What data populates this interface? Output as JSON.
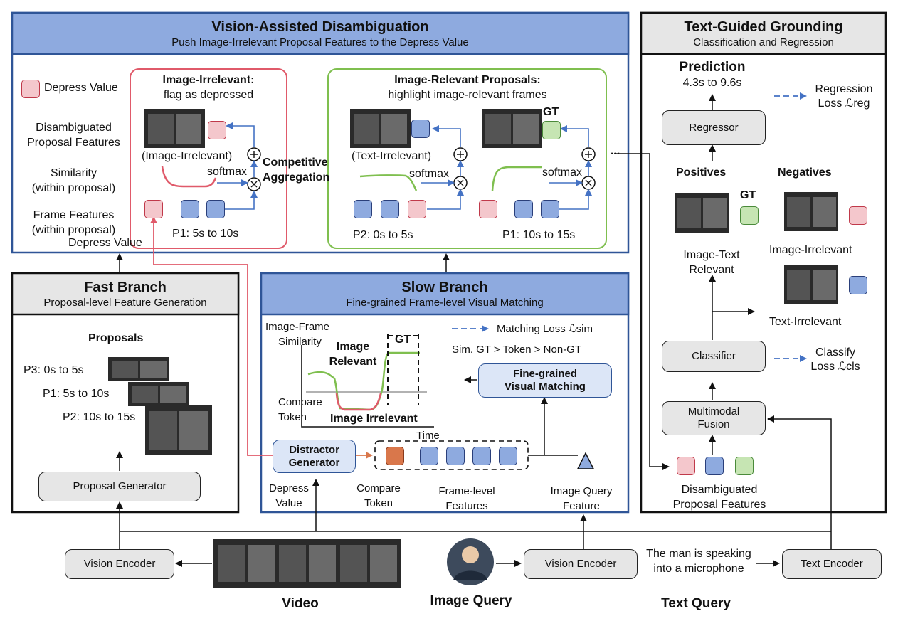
{
  "vad": {
    "title": "Vision-Assisted Disambiguation",
    "subtitle": "Push Image-Irrelevant Proposal Features to the Depress Value",
    "legend_depress": "Depress Value",
    "row_disambiguated": [
      "Disambiguated",
      "Proposal Features"
    ],
    "row_similarity": [
      "Similarity",
      "(within proposal)"
    ],
    "row_frame": [
      "Frame Features",
      "(within proposal)"
    ],
    "irr_title": "Image-Irrelevant:",
    "irr_sub": "flag as depressed",
    "irr_caption": "(Image-Irrelevant)",
    "irr_softmax": "softmax",
    "irr_proposal": "P1: 5s to 10s",
    "competitive": [
      "Competitive",
      "Aggregation"
    ],
    "rel_title": "Image-Relevant Proposals:",
    "rel_sub": "highlight image-relevant frames",
    "rel_caption": "(Text-Irrelevant)",
    "rel_softmax1": "softmax",
    "rel_softmax2": "softmax",
    "gt": "GT",
    "rel_p2": "P2: 0s to 5s",
    "rel_p1": "P1: 10s to 15s",
    "ellipsis": "...",
    "depress_label": "Depress Value"
  },
  "tgg": {
    "title": "Text-Guided Grounding",
    "subtitle": "Classification and Regression",
    "prediction": "Prediction",
    "prediction_value": "4.3s to 9.6s",
    "regression_loss": [
      "Regression",
      "Loss ℒreg"
    ],
    "regressor": "Regressor",
    "positives": "Positives",
    "negatives": "Negatives",
    "gt": "GT",
    "image_text_relevant": [
      "Image-Text",
      "Relevant"
    ],
    "image_irrelevant": "Image-Irrelevant",
    "text_irrelevant": "Text-Irrelevant",
    "classifier": "Classifier",
    "classify_loss": [
      "Classify",
      "Loss ℒcls"
    ],
    "fusion": [
      "Multimodal",
      "Fusion"
    ],
    "disambiguated": [
      "Disambiguated",
      "Proposal Features"
    ]
  },
  "fast": {
    "title": "Fast Branch",
    "subtitle": "Proposal-level Feature Generation",
    "proposals": "Proposals",
    "p3": "P3: 0s to 5s",
    "p1": "P1: 5s to 10s",
    "p2": "P2: 10s to 15s",
    "generator": "Proposal Generator"
  },
  "slow": {
    "title": "Slow Branch",
    "subtitle": "Fine-grained Frame-level Visual Matching",
    "similarity_axis": [
      "Image-Frame",
      "Similarity"
    ],
    "image_relevant": [
      "Image",
      "Relevant"
    ],
    "gt": "GT",
    "compare_token_axis": [
      "Compare",
      "Token"
    ],
    "image_irrelevant": "Image Irrelevant",
    "time": "Time",
    "matching_loss": "Matching Loss ℒsim",
    "sim_order": "Sim. GT > Token > Non-GT",
    "fine_grained": [
      "Fine-grained",
      "Visual Matching"
    ],
    "distractor": [
      "Distractor",
      "Generator"
    ],
    "depress_value": [
      "Depress",
      "Value"
    ],
    "compare_token": [
      "Compare",
      "Token"
    ],
    "frame_level": [
      "Frame-level",
      "Features"
    ],
    "image_query_feature": [
      "Image Query",
      "Feature"
    ]
  },
  "bottom": {
    "vision_encoder_1": "Vision Encoder",
    "video": "Video",
    "image_query": "Image Query",
    "vision_encoder_2": "Vision Encoder",
    "text_query_sentence": [
      "The man is speaking",
      "into a microphone"
    ],
    "text_encoder": "Text Encoder",
    "text_query": "Text Query"
  },
  "colors": {
    "header_blue": "#8eaadf",
    "panel_blue": "#2f5597",
    "header_gray": "#e6e6e6",
    "red_frame": "#e05a6a",
    "green_frame": "#7fbf4f",
    "arrow_blue": "#4472c4"
  }
}
